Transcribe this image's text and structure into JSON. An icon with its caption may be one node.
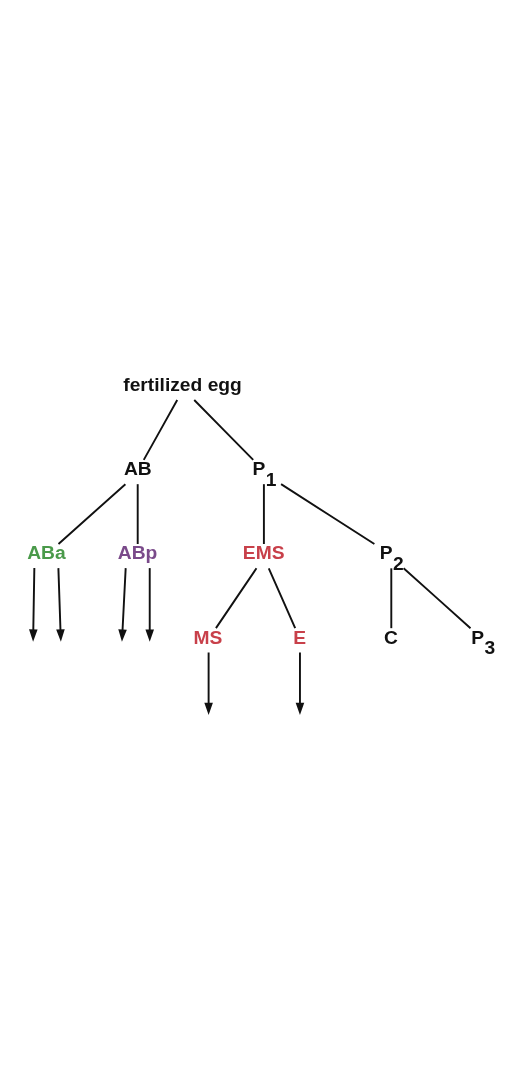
{
  "diagram": {
    "nodes": [
      {
        "text": [
          "fertilized egg"
        ]
      },
      {
        "text": [
          "AB"
        ]
      },
      {
        "text": [
          "P$_{1}$"
        ]
      },
      {
        "text": [
          "ABa"
        ]
      },
      {
        "text": [
          "ABp"
        ]
      },
      {
        "text": [
          "EMS"
        ]
      },
      {
        "text": [
          "P$_{2}$"
        ]
      },
      {
        "text": [
          "MS"
        ]
      },
      {
        "text": [
          "E"
        ]
      },
      {
        "text": [
          "C"
        ]
      },
      {
        "text": [
          "P$_{3}$"
        ]
      }
    ],
    "edges": [
      {
        "from": 0,
        "to": 1,
        "arrow": "none"
      },
      {
        "from": 0,
        "to": 2,
        "arrow": "none"
      },
      {
        "from": 1,
        "to": 3,
        "arrow": "none"
      },
      {
        "from": 1,
        "to": 4,
        "arrow": "none"
      },
      {
        "from": 2,
        "to": 5,
        "arrow": "none"
      },
      {
        "from": 2,
        "to": 6,
        "arrow": "none"
      },
      {
        "from": 3,
        "to": null,
        "arrow": "to"
      },
      {
        "from": 3,
        "to": null,
        "arrow": "to"
      },
      {
        "from": 4,
        "to": null,
        "arrow": "to"
      },
      {
        "from": 4,
        "to": null,
        "arrow": "to"
      },
      {
        "from": 5,
        "to": 7,
        "arrow": "none"
      },
      {
        "from": 5,
        "to": 8,
        "arrow": "none"
      },
      {
        "from": 6,
        "to": 9,
        "arrow": "none"
      },
      {
        "from": 6,
        "to": 10,
        "arrow": "none"
      },
      {
        "from": 7,
        "to": null,
        "arrow": "to"
      },
      {
        "from": 8,
        "to": null,
        "arrow": "to"
      }
    ]
  }
}
